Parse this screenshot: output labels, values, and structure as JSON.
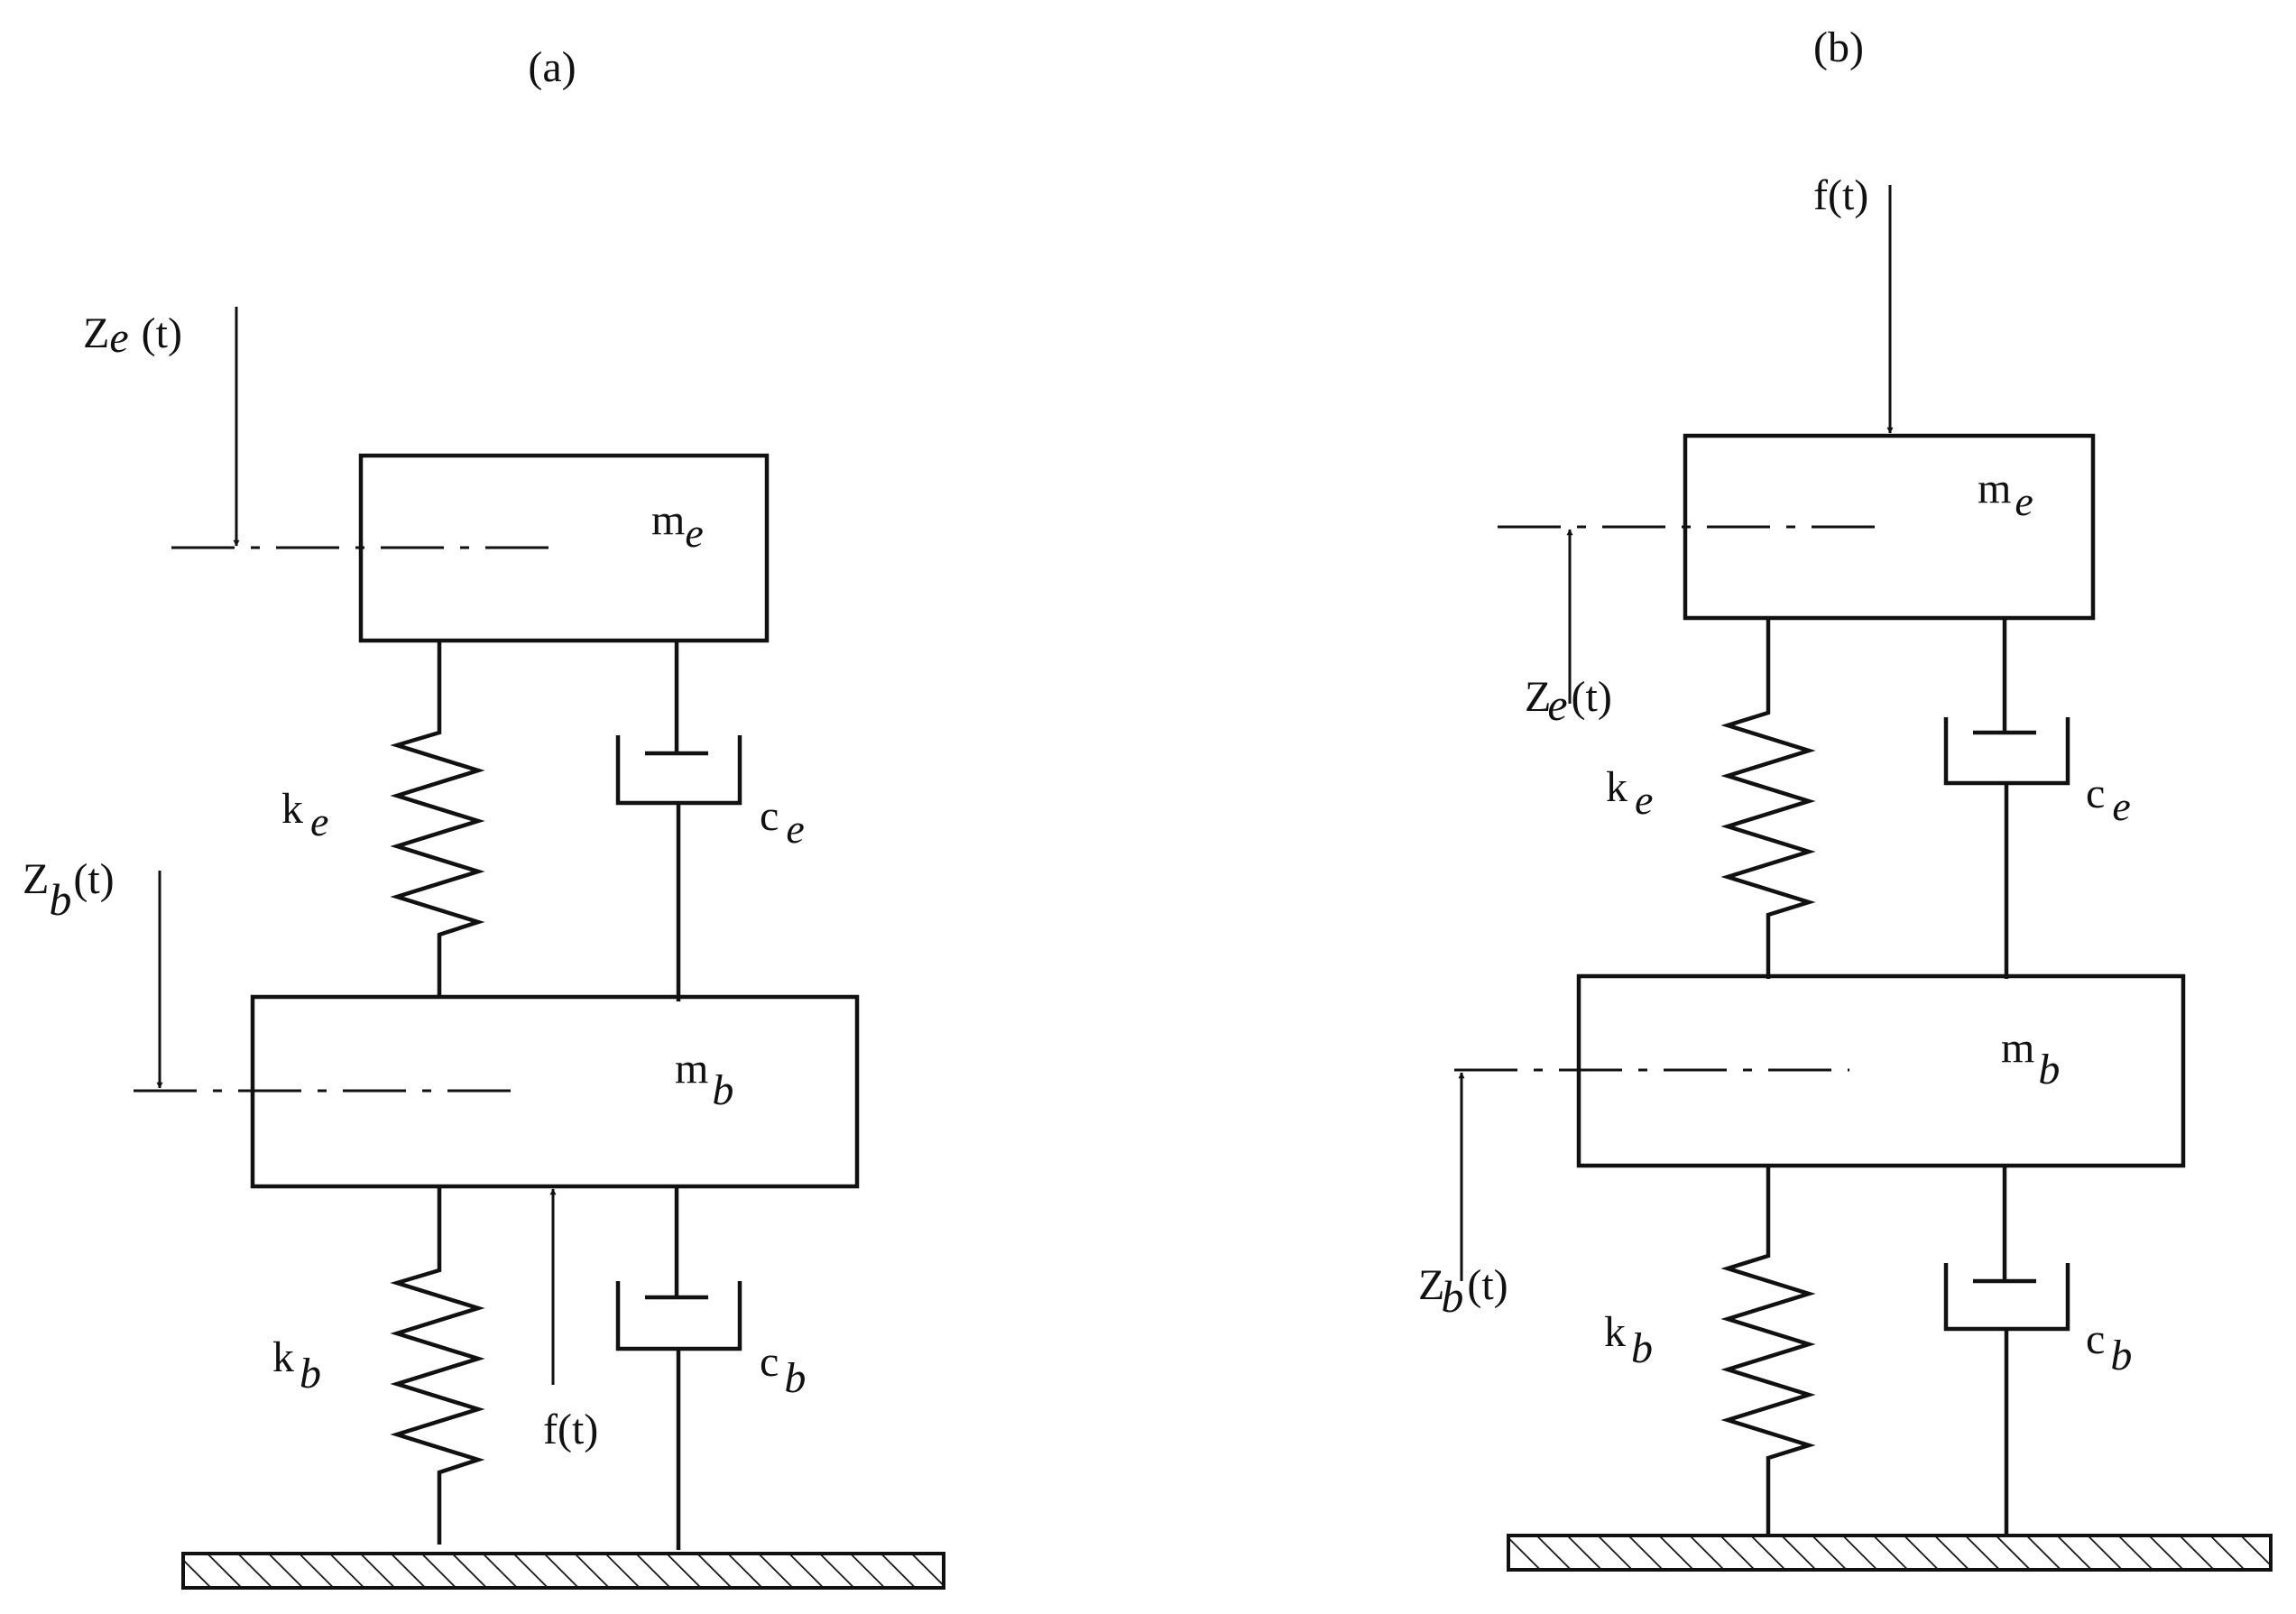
{
  "panel_a": {
    "label": "(a)",
    "mass_top": {
      "base": "m",
      "sub": "e"
    },
    "mass_bottom": {
      "base": "m",
      "sub": "b"
    },
    "spring_top": {
      "base": "k",
      "sub": "e"
    },
    "damper_top": {
      "base": "c",
      "sub": "e"
    },
    "spring_bottom": {
      "base": "k",
      "sub": "b"
    },
    "damper_bottom": {
      "base": "c",
      "sub": "b"
    },
    "disp_top": {
      "base": "Z",
      "sub": "e",
      "arg": "(t)"
    },
    "disp_bottom": {
      "base": "Z",
      "sub": "b",
      "arg": "(t)"
    },
    "force": "f(t)"
  },
  "panel_b": {
    "label": "(b)",
    "mass_top": {
      "base": "m",
      "sub": "e"
    },
    "mass_bottom": {
      "base": "m",
      "sub": "b"
    },
    "spring_top": {
      "base": "k",
      "sub": "e"
    },
    "damper_top": {
      "base": "c",
      "sub": "e"
    },
    "spring_bottom": {
      "base": "k",
      "sub": "b"
    },
    "damper_bottom": {
      "base": "c",
      "sub": "b"
    },
    "disp_top": {
      "base": "Z",
      "sub": "e",
      "arg": "(t)"
    },
    "disp_bottom": {
      "base": "Z",
      "sub": "b",
      "arg": "(t)"
    },
    "force": "f(t)"
  }
}
